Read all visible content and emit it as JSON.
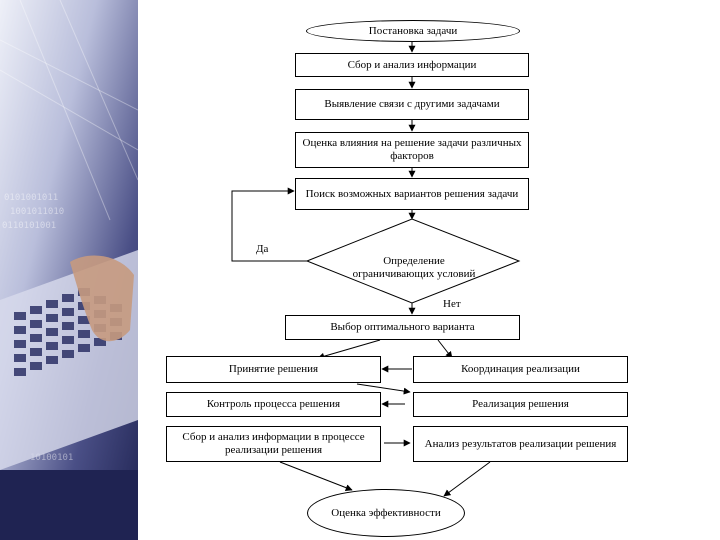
{
  "flowchart": {
    "start": "Постановка задачи",
    "collect": "Сбор и анализ информации",
    "links": "Выявление связи с другими задачами",
    "factors": "Оценка влияния на решение задачи различных факторов",
    "search": "Поиск возможных вариантов решения задачи",
    "constraints": "Определение ограничивающих условий",
    "yes_label": "Да",
    "no_label": "Нет",
    "optimal": "Выбор оптимального варианта",
    "decision": "Принятие решения",
    "coordination": "Координация реализации",
    "control": "Контроль процесса решения",
    "implementation": "Реализация решения",
    "collect_during": "Сбор и анализ информации в процессе реализации решения",
    "analysis_results": "Анализ результатов реализации решения",
    "end": "Оценка эффективности"
  },
  "colors": {
    "panel_dark": "#262a5c",
    "panel_light": "#c9cde4",
    "line": "#000000"
  }
}
